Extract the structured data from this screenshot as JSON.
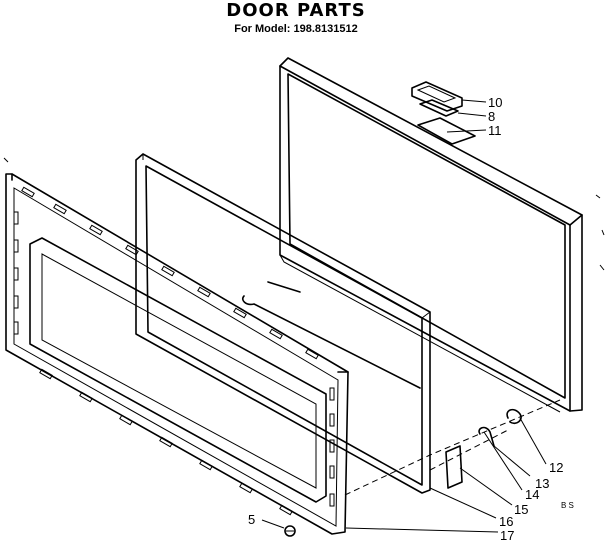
{
  "header": {
    "title": "DOOR PARTS",
    "model_line": "For Model: 198.8131512"
  },
  "callouts": {
    "c5": "5",
    "c8": "8",
    "c10": "10",
    "c11": "11",
    "c12": "12",
    "c13": "13",
    "c14": "14",
    "c15": "15",
    "c16": "16",
    "c17": "17"
  },
  "corner_code": "B S"
}
